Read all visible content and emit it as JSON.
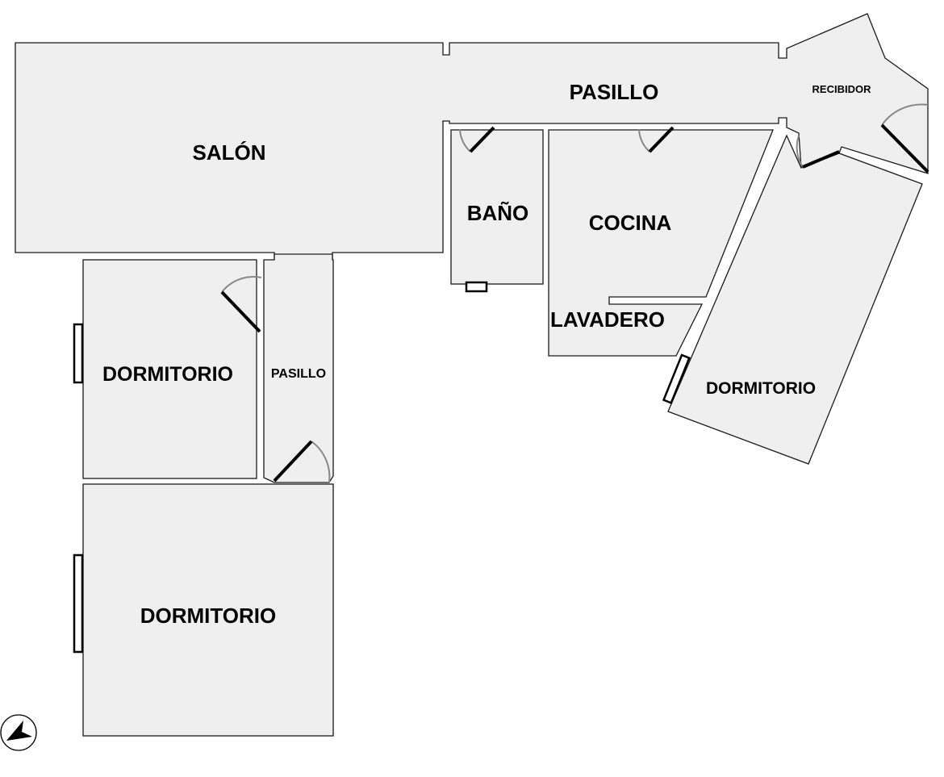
{
  "rooms": {
    "salon": "SALÓN",
    "pasillo_main": "PASILLO",
    "recibidor": "RECIBIDOR",
    "bano": "BAÑO",
    "cocina": "COCINA",
    "lavadero": "LAVADERO",
    "dormitorio_right": "DORMITORIO",
    "dormitorio_left_top": "DORMITORIO",
    "pasillo_small": "PASILLO",
    "dormitorio_left_bottom": "DORMITORIO"
  },
  "colors": {
    "floor": "#efefef",
    "wall": "#1a1a1a"
  },
  "compass": {
    "icon": "north-arrow-icon"
  }
}
